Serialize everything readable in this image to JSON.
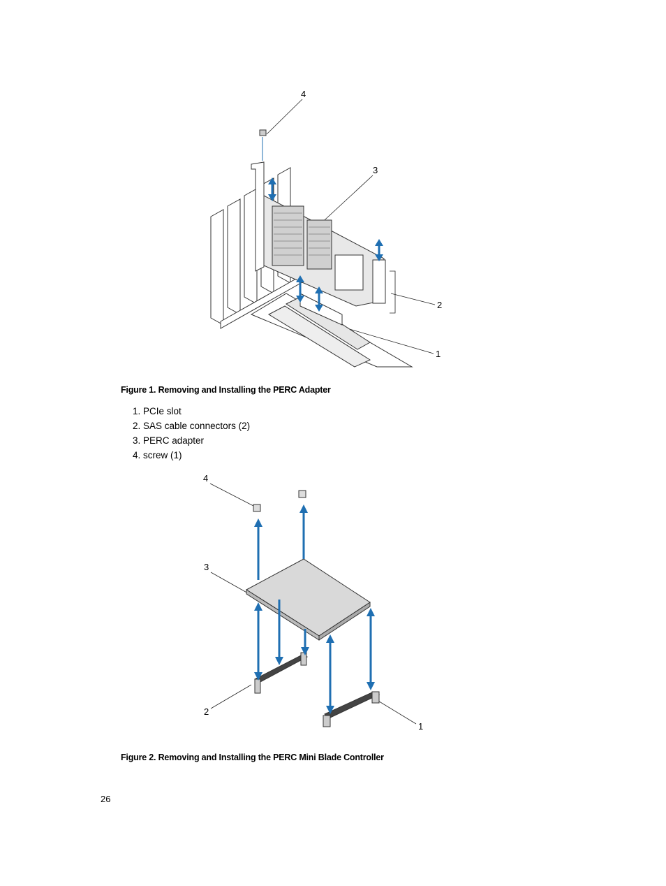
{
  "figure1": {
    "callouts": [
      "4",
      "3",
      "2",
      "1"
    ],
    "caption": "Figure 1. Removing and Installing the PERC Adapter",
    "legend": [
      "1. PCIe slot",
      "2. SAS cable connectors (2)",
      "3. PERC adapter",
      "4. screw (1)"
    ]
  },
  "figure2": {
    "callouts": [
      "4",
      "3",
      "2",
      "1"
    ],
    "caption": "Figure 2. Removing and Installing the PERC Mini Blade Controller"
  },
  "page_number": "26",
  "colors": {
    "arrow": "#1f6fb2",
    "line": "#222222",
    "fill": "#d9d9d9"
  }
}
